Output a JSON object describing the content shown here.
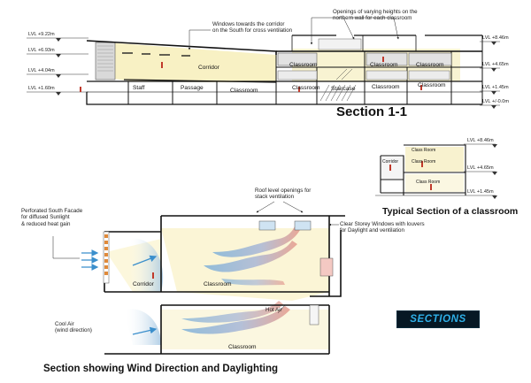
{
  "section_1_1": {
    "title": "Section 1-1",
    "left_levels": [
      "LVL +9.22m",
      "LVL +6.93m",
      "LVL +4.04m",
      "LVL +1.60m"
    ],
    "right_levels": [
      "LVL +8.46m",
      "LVL +4.65m",
      "LVL +1.45m",
      "LVL +/-0.0m"
    ],
    "note_windows": "Windows towards the corridor\non the South for cross ventilation",
    "note_openings": "Openings of varying heights on the\nnorthern wall for each classroom",
    "rooms": {
      "corridor": "Corridor",
      "staff": "Staff",
      "passage": "Passage",
      "classroom_ground": "Classroom",
      "classroom_mid": "Classroom",
      "classroom_mid2": "Classroom",
      "staircase": "Staircase",
      "classroom_upper_a": "Classroom",
      "classroom_upper_b": "Classroom",
      "classroom_lower_a": "Classroom",
      "classroom_lower_b": "Classroom"
    }
  },
  "typical_section": {
    "title": "Typical Section of a classroom",
    "levels": [
      "LVL +8.46m",
      "LVL +4.65m",
      "LVL +1.45m"
    ],
    "rooms": {
      "corridor": "Corridor",
      "upper": "Class Room",
      "lower": "Class Room",
      "top": "Class Room"
    }
  },
  "wind_section": {
    "title": "Section showing Wind Direction and Daylighting",
    "note_facade": "Perforated South Facade\nfor diffused Sunlight\n& reduced heat gain",
    "note_roof": "Roof level openings for\nstack ventilation",
    "note_clear_storey": "Clear Storey Windows with louvers\nfor Daylight and ventilation",
    "note_cool_air": "Cool Air\n(wind direction)",
    "note_hot_air": "Hot Air",
    "rooms": {
      "corridor": "Corridor",
      "classroom_upper": "Classroom",
      "classroom_lower": "Classroom"
    }
  },
  "badge": {
    "label": "SECTIONS"
  },
  "colors": {
    "daylight": "#f7efc0",
    "wind_warm": "#e79b8c",
    "wind_cool": "#7fb2d9",
    "facade": "#e08a3a",
    "badge_bg": "#061824",
    "badge_text": "#2fb0e8"
  }
}
